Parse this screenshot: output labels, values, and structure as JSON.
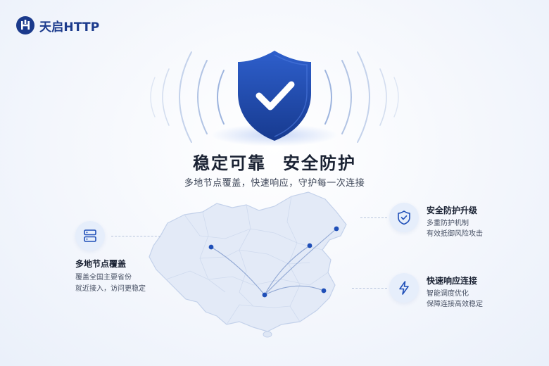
{
  "brand": {
    "name": "天启HTTP",
    "icon": "shield-logo-icon",
    "color": "#1b3a8c"
  },
  "hero": {
    "headline_left": "稳定可靠",
    "headline_right": "安全防护",
    "subline": "多地节点覆盖，快速响应，守护每一次连接",
    "icon": "shield-check-icon"
  },
  "features": {
    "coverage": {
      "icon": "server-icon",
      "title": "多地节点覆盖",
      "desc_line1": "覆盖全国主要省份",
      "desc_line2": "就近接入，访问更稳定"
    },
    "security": {
      "icon": "shield-check-icon",
      "title": "安全防护升级",
      "desc_line1": "多重防护机制",
      "desc_line2": "有效抵御风险攻击"
    },
    "speed": {
      "icon": "lightning-icon",
      "title": "快速响应连接",
      "desc_line1": "智能调度优化",
      "desc_line2": "保障连接高效稳定"
    }
  },
  "colors": {
    "accent": "#1f4fb8",
    "accent_light": "#e6eefb",
    "map_fill": "#e3eaf7"
  }
}
